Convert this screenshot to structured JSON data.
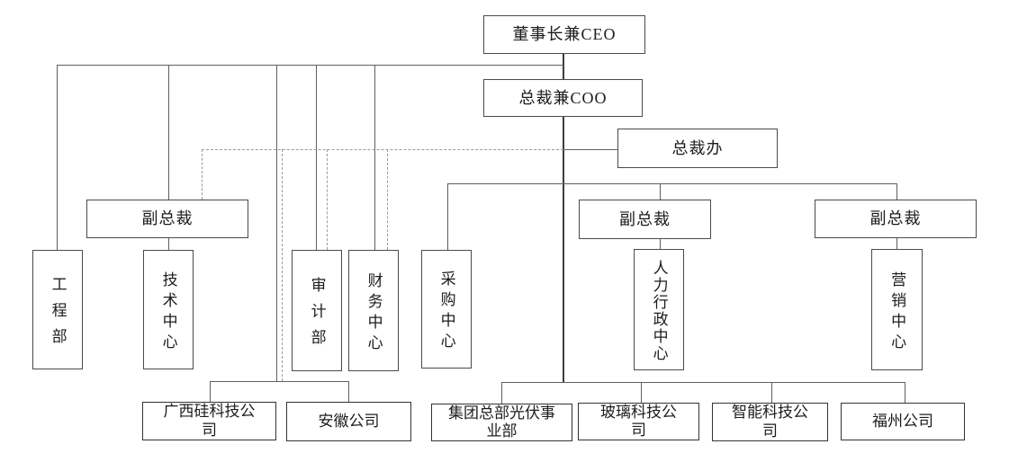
{
  "org": {
    "nodes": {
      "ceo": {
        "label": "董事长兼CEO"
      },
      "coo": {
        "label": "总裁兼COO"
      },
      "president_office": {
        "label": "总裁办"
      },
      "vp_left": {
        "label": "副总裁"
      },
      "vp_mid": {
        "label": "副总裁"
      },
      "vp_right": {
        "label": "副总裁"
      },
      "engineering_dept": {
        "label": "工程部"
      },
      "technology_center": {
        "label": "技术中心"
      },
      "audit_dept": {
        "label": "审计部"
      },
      "finance_center": {
        "label": "财务中心"
      },
      "procurement_center": {
        "label": "采购中心"
      },
      "hr_admin_center": {
        "label": "人力行政中心"
      },
      "marketing_center": {
        "label": "营销中心"
      },
      "guangxi_silicon_co": {
        "label": "广西硅科技公司"
      },
      "anhui_co": {
        "label": "安徽公司"
      },
      "hq_pv_division": {
        "label": "集团总部光伏事业部"
      },
      "glass_tech_co": {
        "label": "玻璃科技公司"
      },
      "smart_tech_co": {
        "label": "智能科技公司"
      },
      "fuzhou_co": {
        "label": "福州公司"
      }
    },
    "edges": {
      "solid": [
        [
          "ceo",
          "coo"
        ],
        [
          "ceo",
          "engineering_dept"
        ],
        [
          "ceo",
          "vp_left"
        ],
        [
          "ceo",
          "guangxi_silicon_co"
        ],
        [
          "ceo",
          "anhui_co"
        ],
        [
          "ceo",
          "audit_dept"
        ],
        [
          "ceo",
          "finance_center"
        ],
        [
          "coo",
          "president_office"
        ],
        [
          "coo",
          "procurement_center"
        ],
        [
          "coo",
          "vp_mid"
        ],
        [
          "coo",
          "vp_right"
        ],
        [
          "coo",
          "hq_pv_division"
        ],
        [
          "coo",
          "glass_tech_co"
        ],
        [
          "coo",
          "smart_tech_co"
        ],
        [
          "coo",
          "fuzhou_co"
        ],
        [
          "vp_left",
          "technology_center"
        ],
        [
          "vp_mid",
          "hr_admin_center"
        ],
        [
          "vp_right",
          "marketing_center"
        ]
      ],
      "dashed": [
        [
          "president_office",
          "vp_left"
        ],
        [
          "president_office",
          "audit_dept"
        ],
        [
          "president_office",
          "finance_center"
        ],
        [
          "president_office",
          "guangxi_silicon_co"
        ],
        [
          "president_office",
          "anhui_co"
        ]
      ]
    },
    "line_colors": {
      "solid": "#5f5f5f",
      "dashed": "#9b9b9b"
    }
  }
}
